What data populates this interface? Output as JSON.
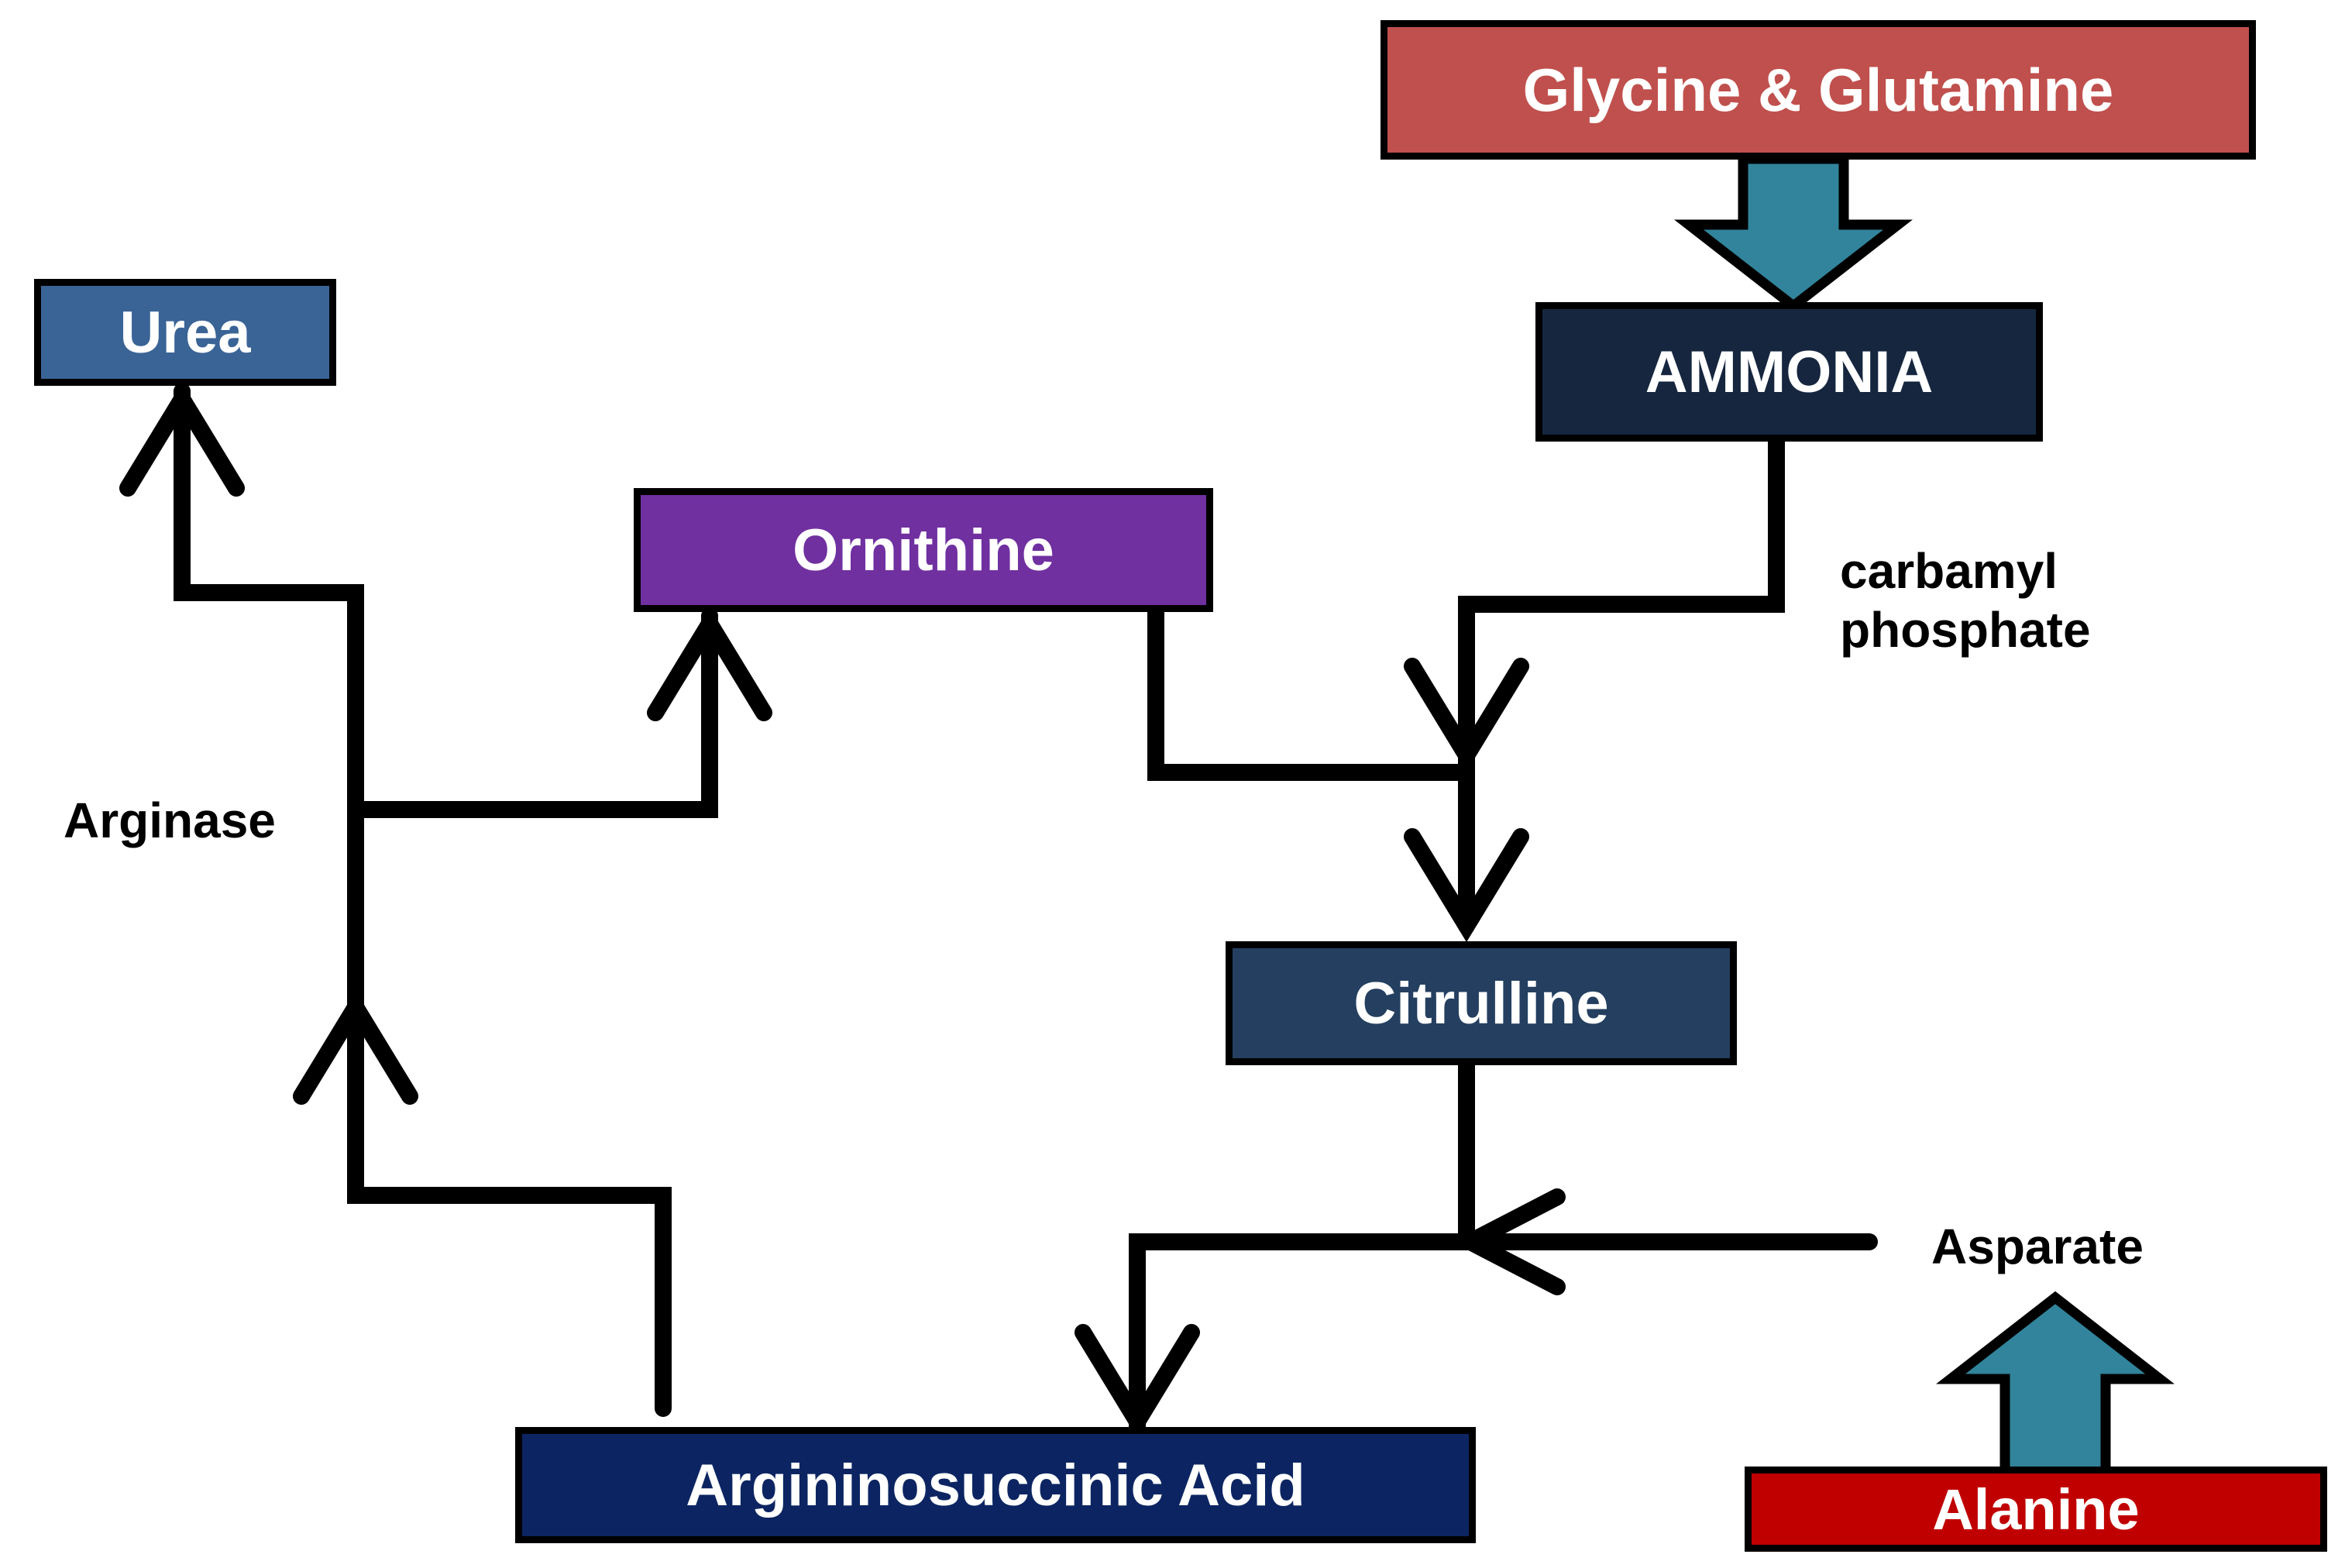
{
  "nodes": {
    "glycine_glutamine": {
      "text": "Glycine & Glutamine",
      "color": "#c0504d"
    },
    "ammonia": {
      "text": "AMMONIA",
      "color": "#16263f"
    },
    "urea": {
      "text": "Urea",
      "color": "#3a6496"
    },
    "ornithine": {
      "text": "Ornithine",
      "color": "#7030a0"
    },
    "citrulline": {
      "text": "Citrulline",
      "color": "#243f60"
    },
    "argininosuccinic_acid": {
      "text": "Argininosuccinic Acid",
      "color": "#0c2562"
    },
    "alanine": {
      "text": "Alanine",
      "color": "#c00000"
    }
  },
  "labels": {
    "carbamyl_line1": "carbamyl",
    "carbamyl_line2": "phosphate",
    "arginase": "Arginase",
    "asparate": "Asparate"
  },
  "colors": {
    "line": "#000000",
    "block_arrow_fill": "#31849b",
    "text_on_box": "#ffffff"
  }
}
